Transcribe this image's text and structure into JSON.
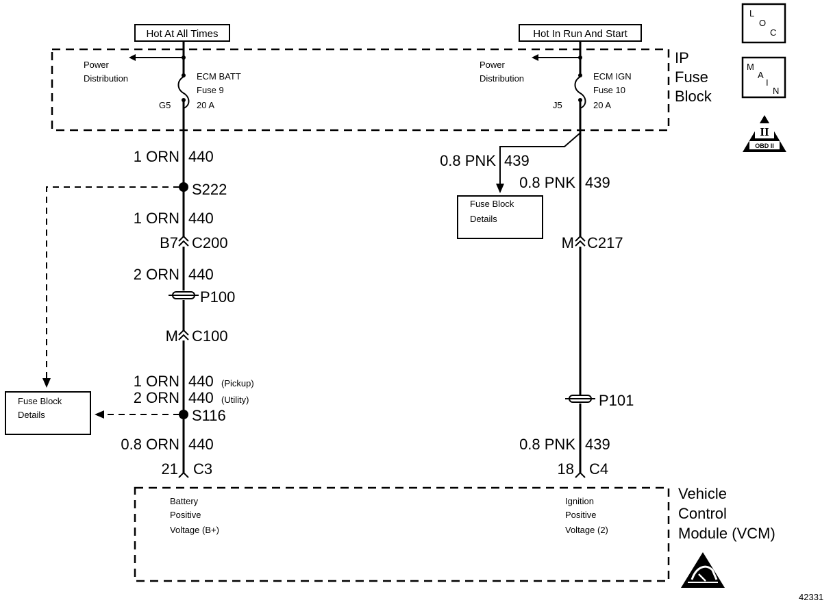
{
  "sources": {
    "left_label": "Hot At All Times",
    "right_label": "Hot In Run And Start"
  },
  "ip_fuse_block": {
    "name_line1": "IP",
    "name_line2": "Fuse",
    "name_line3": "Block",
    "left_power_dist_line1": "Power",
    "left_power_dist_line2": "Distribution",
    "right_power_dist_line1": "Power",
    "right_power_dist_line2": "Distribution",
    "left_fuse_line1": "ECM BATT",
    "left_fuse_line2": "Fuse 9",
    "left_fuse_line3": "20 A",
    "left_terminal": "G5",
    "right_fuse_line1": "ECM IGN",
    "right_fuse_line2": "Fuse 10",
    "right_fuse_line3": "20 A",
    "right_terminal": "J5"
  },
  "left_circuit": {
    "wire1_gauge": "1 ORN",
    "wire1_num": "440",
    "splice1": "S222",
    "wire2_gauge": "1 ORN",
    "wire2_num": "440",
    "conn1_pin": "B7",
    "conn1": "C200",
    "wire3_gauge": "2 ORN",
    "wire3_num": "440",
    "passthru": "P100",
    "conn2_pin": "M",
    "conn2": "C100",
    "wire4_gauge": "1 ORN",
    "wire4_num": "440",
    "wire4_note": "(Pickup)",
    "wire5_gauge": "2 ORN",
    "wire5_num": "440",
    "wire5_note": "(Utility)",
    "splice2": "S116",
    "wire6_gauge": "0.8 ORN",
    "wire6_num": "440",
    "conn3_pin": "21",
    "conn3": "C3",
    "fuse_block_details_line1": "Fuse Block",
    "fuse_block_details_line2": "Details"
  },
  "right_circuit": {
    "branch_gauge": "0.8 PNK",
    "branch_num": "439",
    "wire1_gauge": "0.8 PNK",
    "wire1_num": "439",
    "fuse_block_details_line1": "Fuse Block",
    "fuse_block_details_line2": "Details",
    "conn1_pin": "M",
    "conn1": "C217",
    "passthru": "P101",
    "wire2_gauge": "0.8 PNK",
    "wire2_num": "439",
    "conn2_pin": "18",
    "conn2": "C4"
  },
  "vcm": {
    "name_line1": "Vehicle",
    "name_line2": "Control",
    "name_line3": "Module (VCM)",
    "left_input_line1": "Battery",
    "left_input_line2": "Positive",
    "left_input_line3": "Voltage (B+)",
    "right_input_line1": "Ignition",
    "right_input_line2": "Positive",
    "right_input_line3": "Voltage (2)"
  },
  "icons": {
    "loc": {
      "l": "L",
      "o": "O",
      "c": "C"
    },
    "main": {
      "m": "M",
      "a": "A",
      "i": "I",
      "n": "N"
    },
    "obd": {
      "roman": "II",
      "label": "OBD II"
    },
    "esd": "esd-warning-icon"
  },
  "figure_number": "42331"
}
